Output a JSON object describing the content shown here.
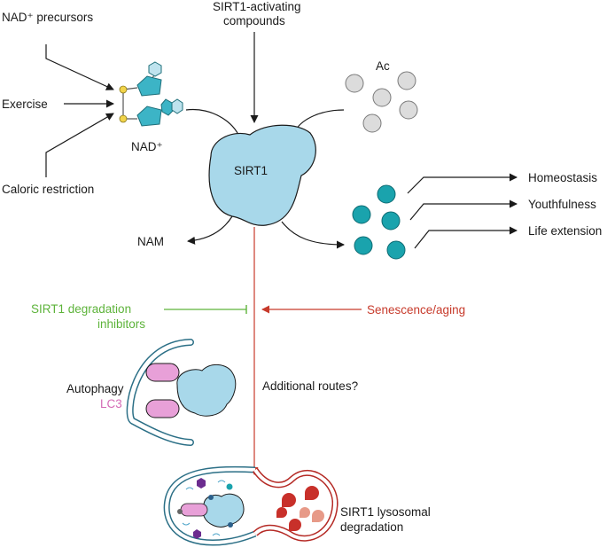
{
  "inputs": {
    "nad_precursors": "NAD⁺ precursors",
    "exercise": "Exercise",
    "caloric_restriction": "Caloric restriction"
  },
  "activators": {
    "line1": "SIRT1-activating",
    "line2": "compounds"
  },
  "nad_label": "NAD⁺",
  "sirt1_label": "SIRT1",
  "nam_label": "NAM",
  "ac_label": "Ac",
  "outcomes": [
    "Homeostasis",
    "Youthfulness",
    "Life extension"
  ],
  "degradation_inhibitors": {
    "line1": "SIRT1 degradation",
    "line2": "inhibitors"
  },
  "senescence_label": "Senescence/aging",
  "autophagy": {
    "label": "Autophagy",
    "lc3": "LC3"
  },
  "additional_routes": "Additional routes?",
  "lysosomal": {
    "line1": "SIRT1 lysosomal",
    "line2": "degradation"
  },
  "colors": {
    "sirt1_fill": "#a8d8ea",
    "teal_dot": "#1aa3ad",
    "grey_dot": "#dcdcdc",
    "nad_teal": "#3cb4c6",
    "green": "#5db33a",
    "red": "#c73a2b",
    "lc3_pink": "#e8a0d8",
    "membrane_blue": "#2b6f86",
    "lysosome_red": "#b52a25"
  },
  "icons": [
    "arrow-icon",
    "inhibition-icon",
    "nad-molecule-icon",
    "acetyl-dot-icon",
    "deacetylated-dot-icon"
  ]
}
